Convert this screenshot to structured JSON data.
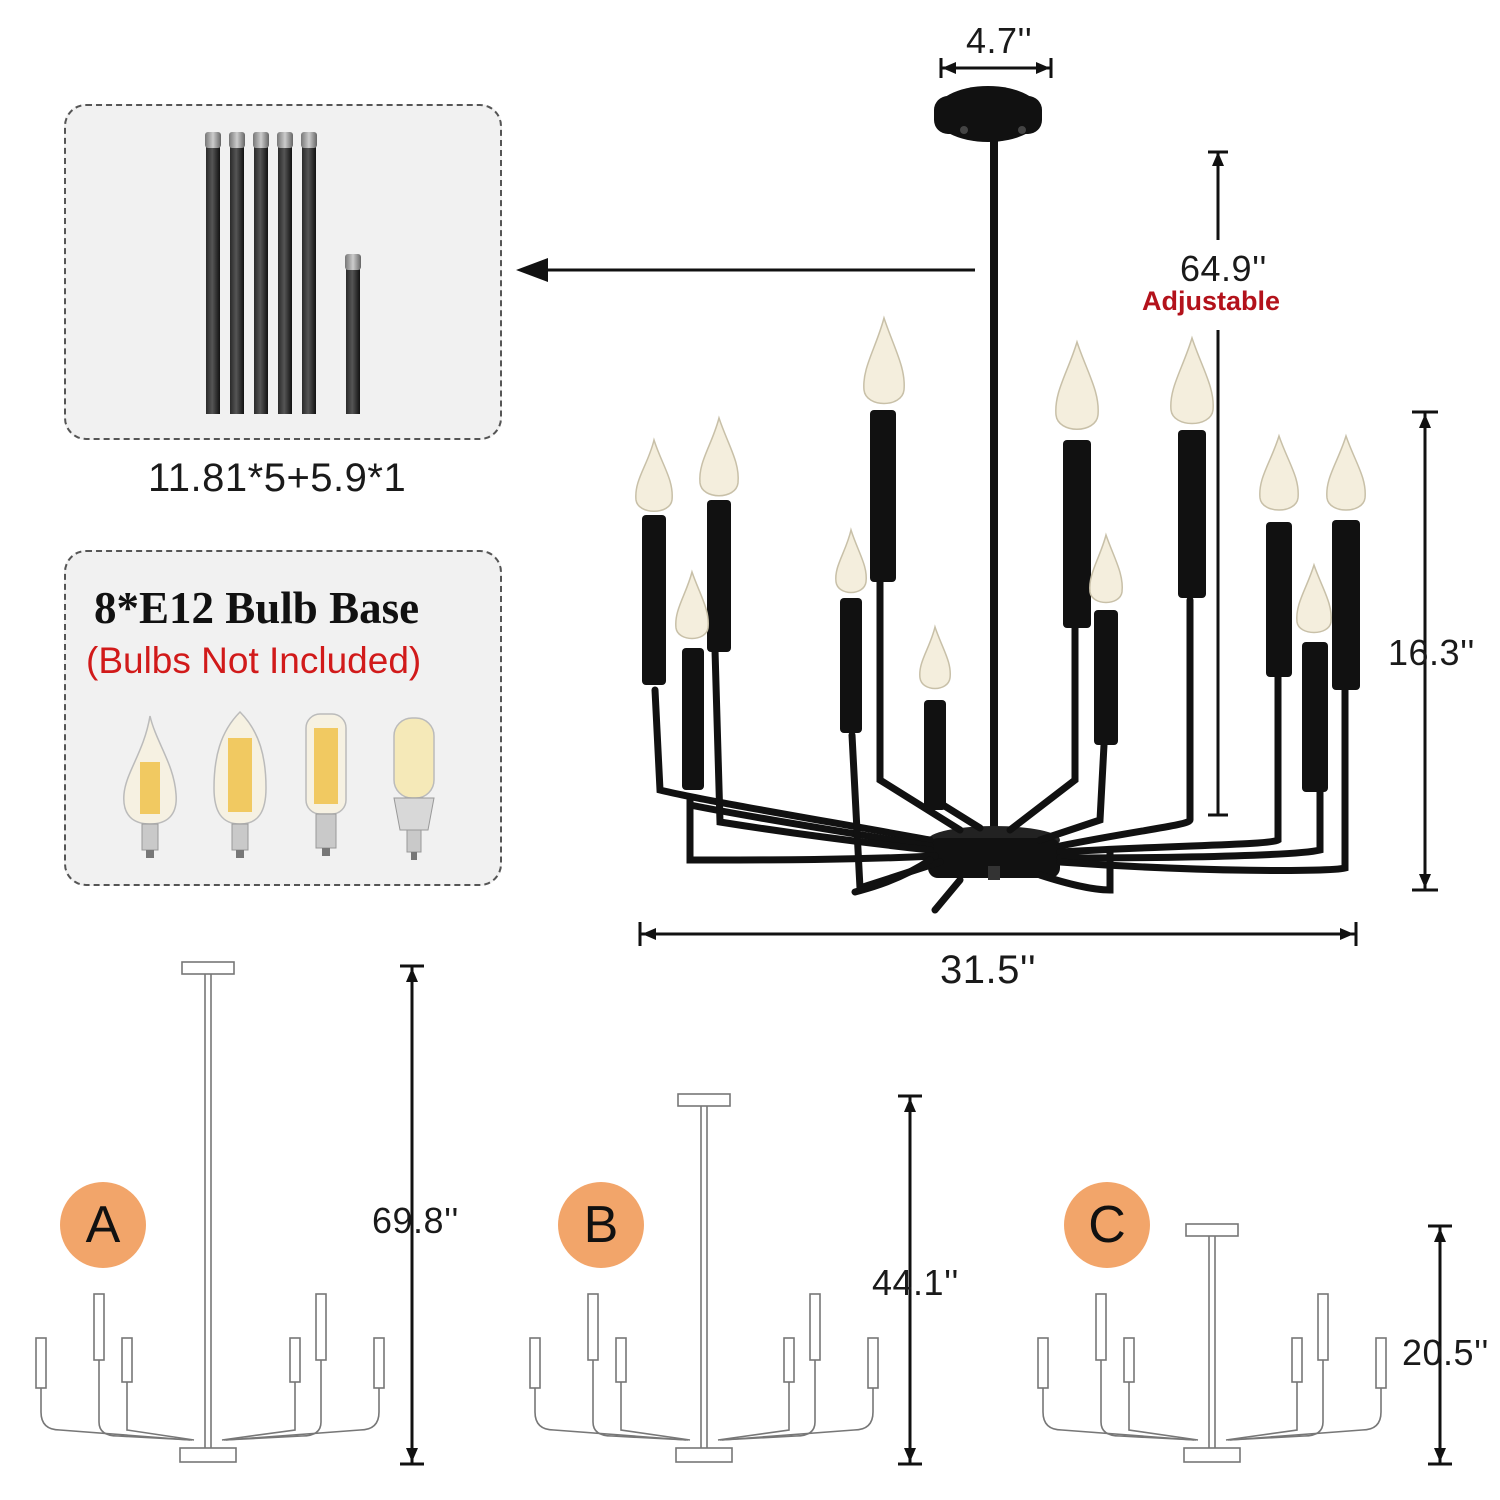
{
  "product": {
    "canopy_width": "4.7''",
    "adjustable_height": "64.9''",
    "adjustable_note": "Adjustable",
    "fixture_height": "16.3''",
    "fixture_width": "31.5''"
  },
  "rods_panel": {
    "rod_spec": "11.81*5+5.9*1"
  },
  "bulb_panel": {
    "title": "8*E12 Bulb Base",
    "note": "(Bulbs Not Included)",
    "bulb_icons": [
      "flame-tip-bulb-icon",
      "candle-bulb-icon",
      "tubular-bulb-icon",
      "corn-led-bulb-icon"
    ]
  },
  "height_options": [
    {
      "label": "A",
      "height": "69.8''"
    },
    {
      "label": "B",
      "height": "44.1''"
    },
    {
      "label": "C",
      "height": "20.5''"
    }
  ],
  "colors": {
    "fixture": "#111111",
    "accent_red": "#b3121b",
    "badge": "#f2a56a",
    "panel_bg": "#f1f1f1"
  }
}
